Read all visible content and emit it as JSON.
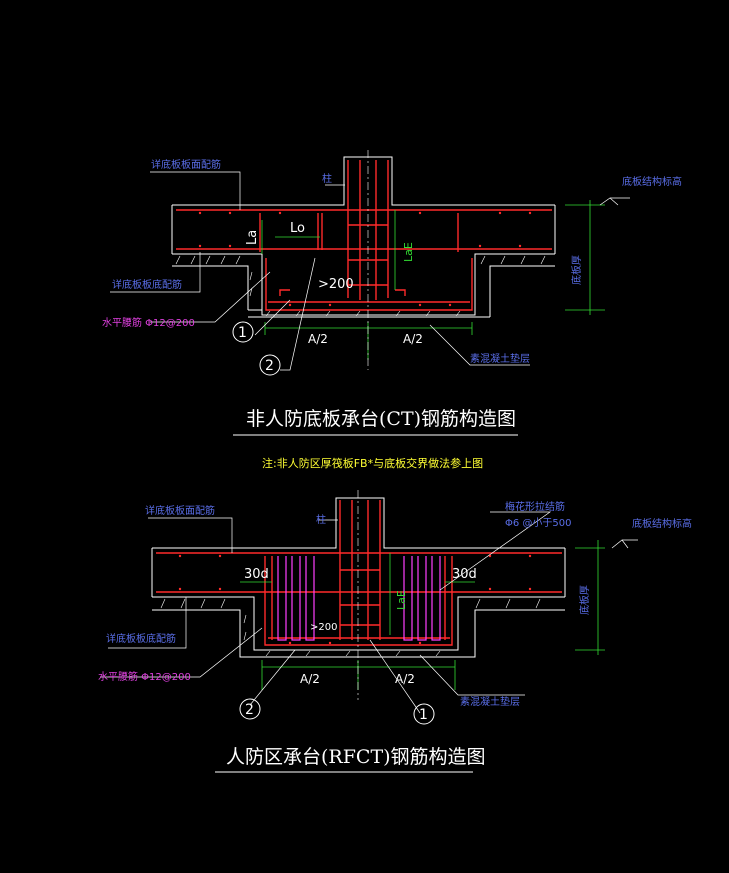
{
  "colors": {
    "background": "#000000",
    "rebar": "#ff2a2a",
    "outline": "#ffffff",
    "label_blue": "#5a6ee8",
    "label_magenta": "#e040e0",
    "dimension_green": "#33dd33",
    "note_yellow": "#ffff33",
    "stirrup_magenta": "#ff40ff"
  },
  "drawing1": {
    "label_top_rebar": "详底板板面配筋",
    "label_column": "柱",
    "label_slab_elev": "底板结构标高",
    "label_bottom_rebar": "详底板板底配筋",
    "label_waist_bar": "水平腰筋 Φ12@200",
    "label_cushion": "素混凝土垫层",
    "label_thickness": "底板厚",
    "dim_la": "La",
    "dim_lo": "Lo",
    "dim_lae": "LaE",
    "dim_gt200": ">200",
    "dim_half_left": "A/2",
    "dim_half_right": "A/2",
    "callout_1": "1",
    "callout_2": "2",
    "title": "非人防底板承台(CT)钢筋构造图"
  },
  "note": "注:非人防区厚筏板FB*与底板交界做法参上图",
  "drawing2": {
    "label_top_rebar": "详底板板面配筋",
    "label_column": "柱",
    "label_tie_bar": "梅花形拉结筋",
    "label_tie_spec": "Φ6 @小于500",
    "label_slab_elev": "底板结构标高",
    "label_bottom_rebar": "详底板板底配筋",
    "label_waist_bar": "水平腰筋 Φ12@200",
    "label_cushion": "素混凝土垫层",
    "label_thickness": "底板厚",
    "dim_30d_left": "30d",
    "dim_30d_right": "30d",
    "dim_lae": "LaE",
    "dim_gt200": ">200",
    "dim_half_left": "A/2",
    "dim_half_right": "A/2",
    "callout_1": "1",
    "callout_2": "2",
    "title": "人防区承台(RFCT)钢筋构造图"
  }
}
